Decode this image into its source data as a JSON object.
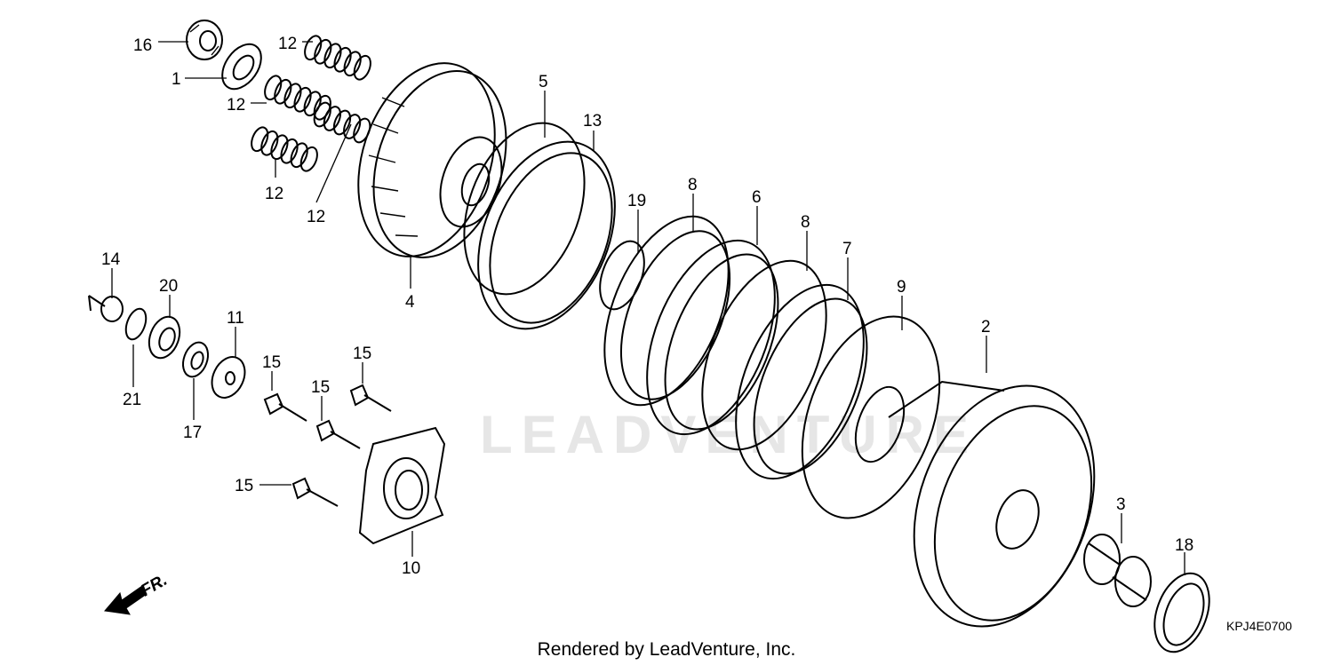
{
  "diagram": {
    "watermark": "LEADVENTURE",
    "credit": "Rendered by LeadVenture, Inc.",
    "diagram_code": "KPJ4E0700",
    "direction_label": "FR.",
    "callouts": {
      "c16": "16",
      "c1": "1",
      "c12a": "12",
      "c12b": "12",
      "c12c": "12",
      "c12d": "12",
      "c5": "5",
      "c13": "13",
      "c4": "4",
      "c19": "19",
      "c8a": "8",
      "c6": "6",
      "c8b": "8",
      "c7": "7",
      "c9": "9",
      "c2": "2",
      "c14": "14",
      "c20": "20",
      "c11": "11",
      "c21": "21",
      "c17": "17",
      "c15a": "15",
      "c15b": "15",
      "c15c": "15",
      "c15d": "15",
      "c10": "10",
      "c3": "3",
      "c18": "18"
    }
  }
}
